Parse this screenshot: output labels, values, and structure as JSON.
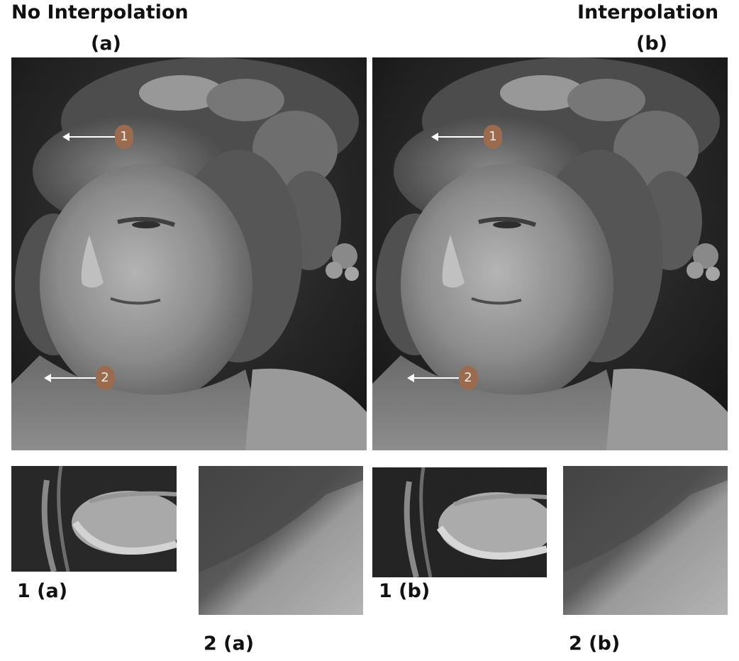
{
  "left_panel": {
    "title": "No Interpolation",
    "label": "(a)",
    "marker1": "1",
    "marker2": "2"
  },
  "right_panel": {
    "title": "Interpolation",
    "label": "(b)",
    "marker1": "1",
    "marker2": "2"
  },
  "crops": {
    "c1a": "1 (a)",
    "c2a": "2 (a)",
    "c1b": "1 (b)",
    "c2b": "2 (b)"
  },
  "colors": {
    "badge": "#9a6b4f",
    "arrow": "#ffffff"
  }
}
